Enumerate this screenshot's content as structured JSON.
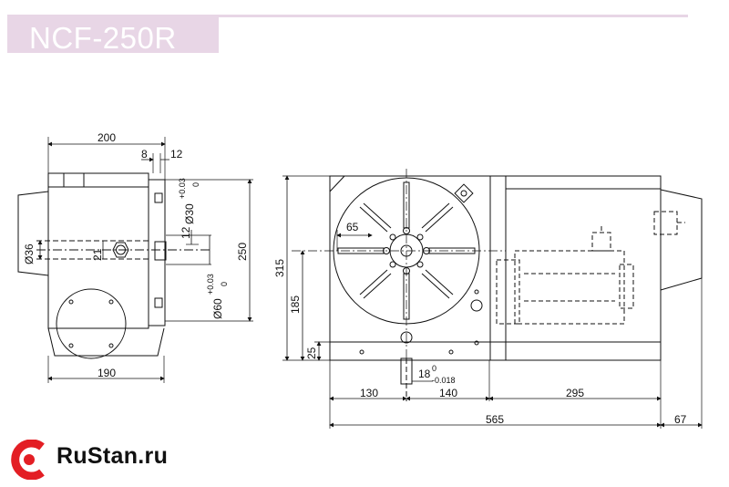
{
  "title": "NCF-250R",
  "logo": {
    "text": "RuStan.ru",
    "color": "#e31e24"
  },
  "colors": {
    "title_band": "#e8d6e6",
    "lines": "#111111",
    "background": "#ffffff"
  },
  "dimensions": {
    "d200": "200",
    "d8": "8",
    "d12a": "12",
    "d30": "Ø30",
    "d30_tol_up": "+0.03",
    "d30_tol_low": "0",
    "d12b": "12",
    "d36": "Ø36",
    "d21": "21",
    "d250": "250",
    "d60": "Ø60",
    "d60_tol_up": "+0.03",
    "d60_tol_low": "0",
    "d190": "190",
    "d315": "315",
    "d65": "65",
    "d185": "185",
    "d25": "25",
    "d18": "18",
    "d18_tol_up": "0",
    "d18_tol_low": "-0.018",
    "d130": "130",
    "d140": "140",
    "d295": "295",
    "d565": "565",
    "d67": "67"
  }
}
